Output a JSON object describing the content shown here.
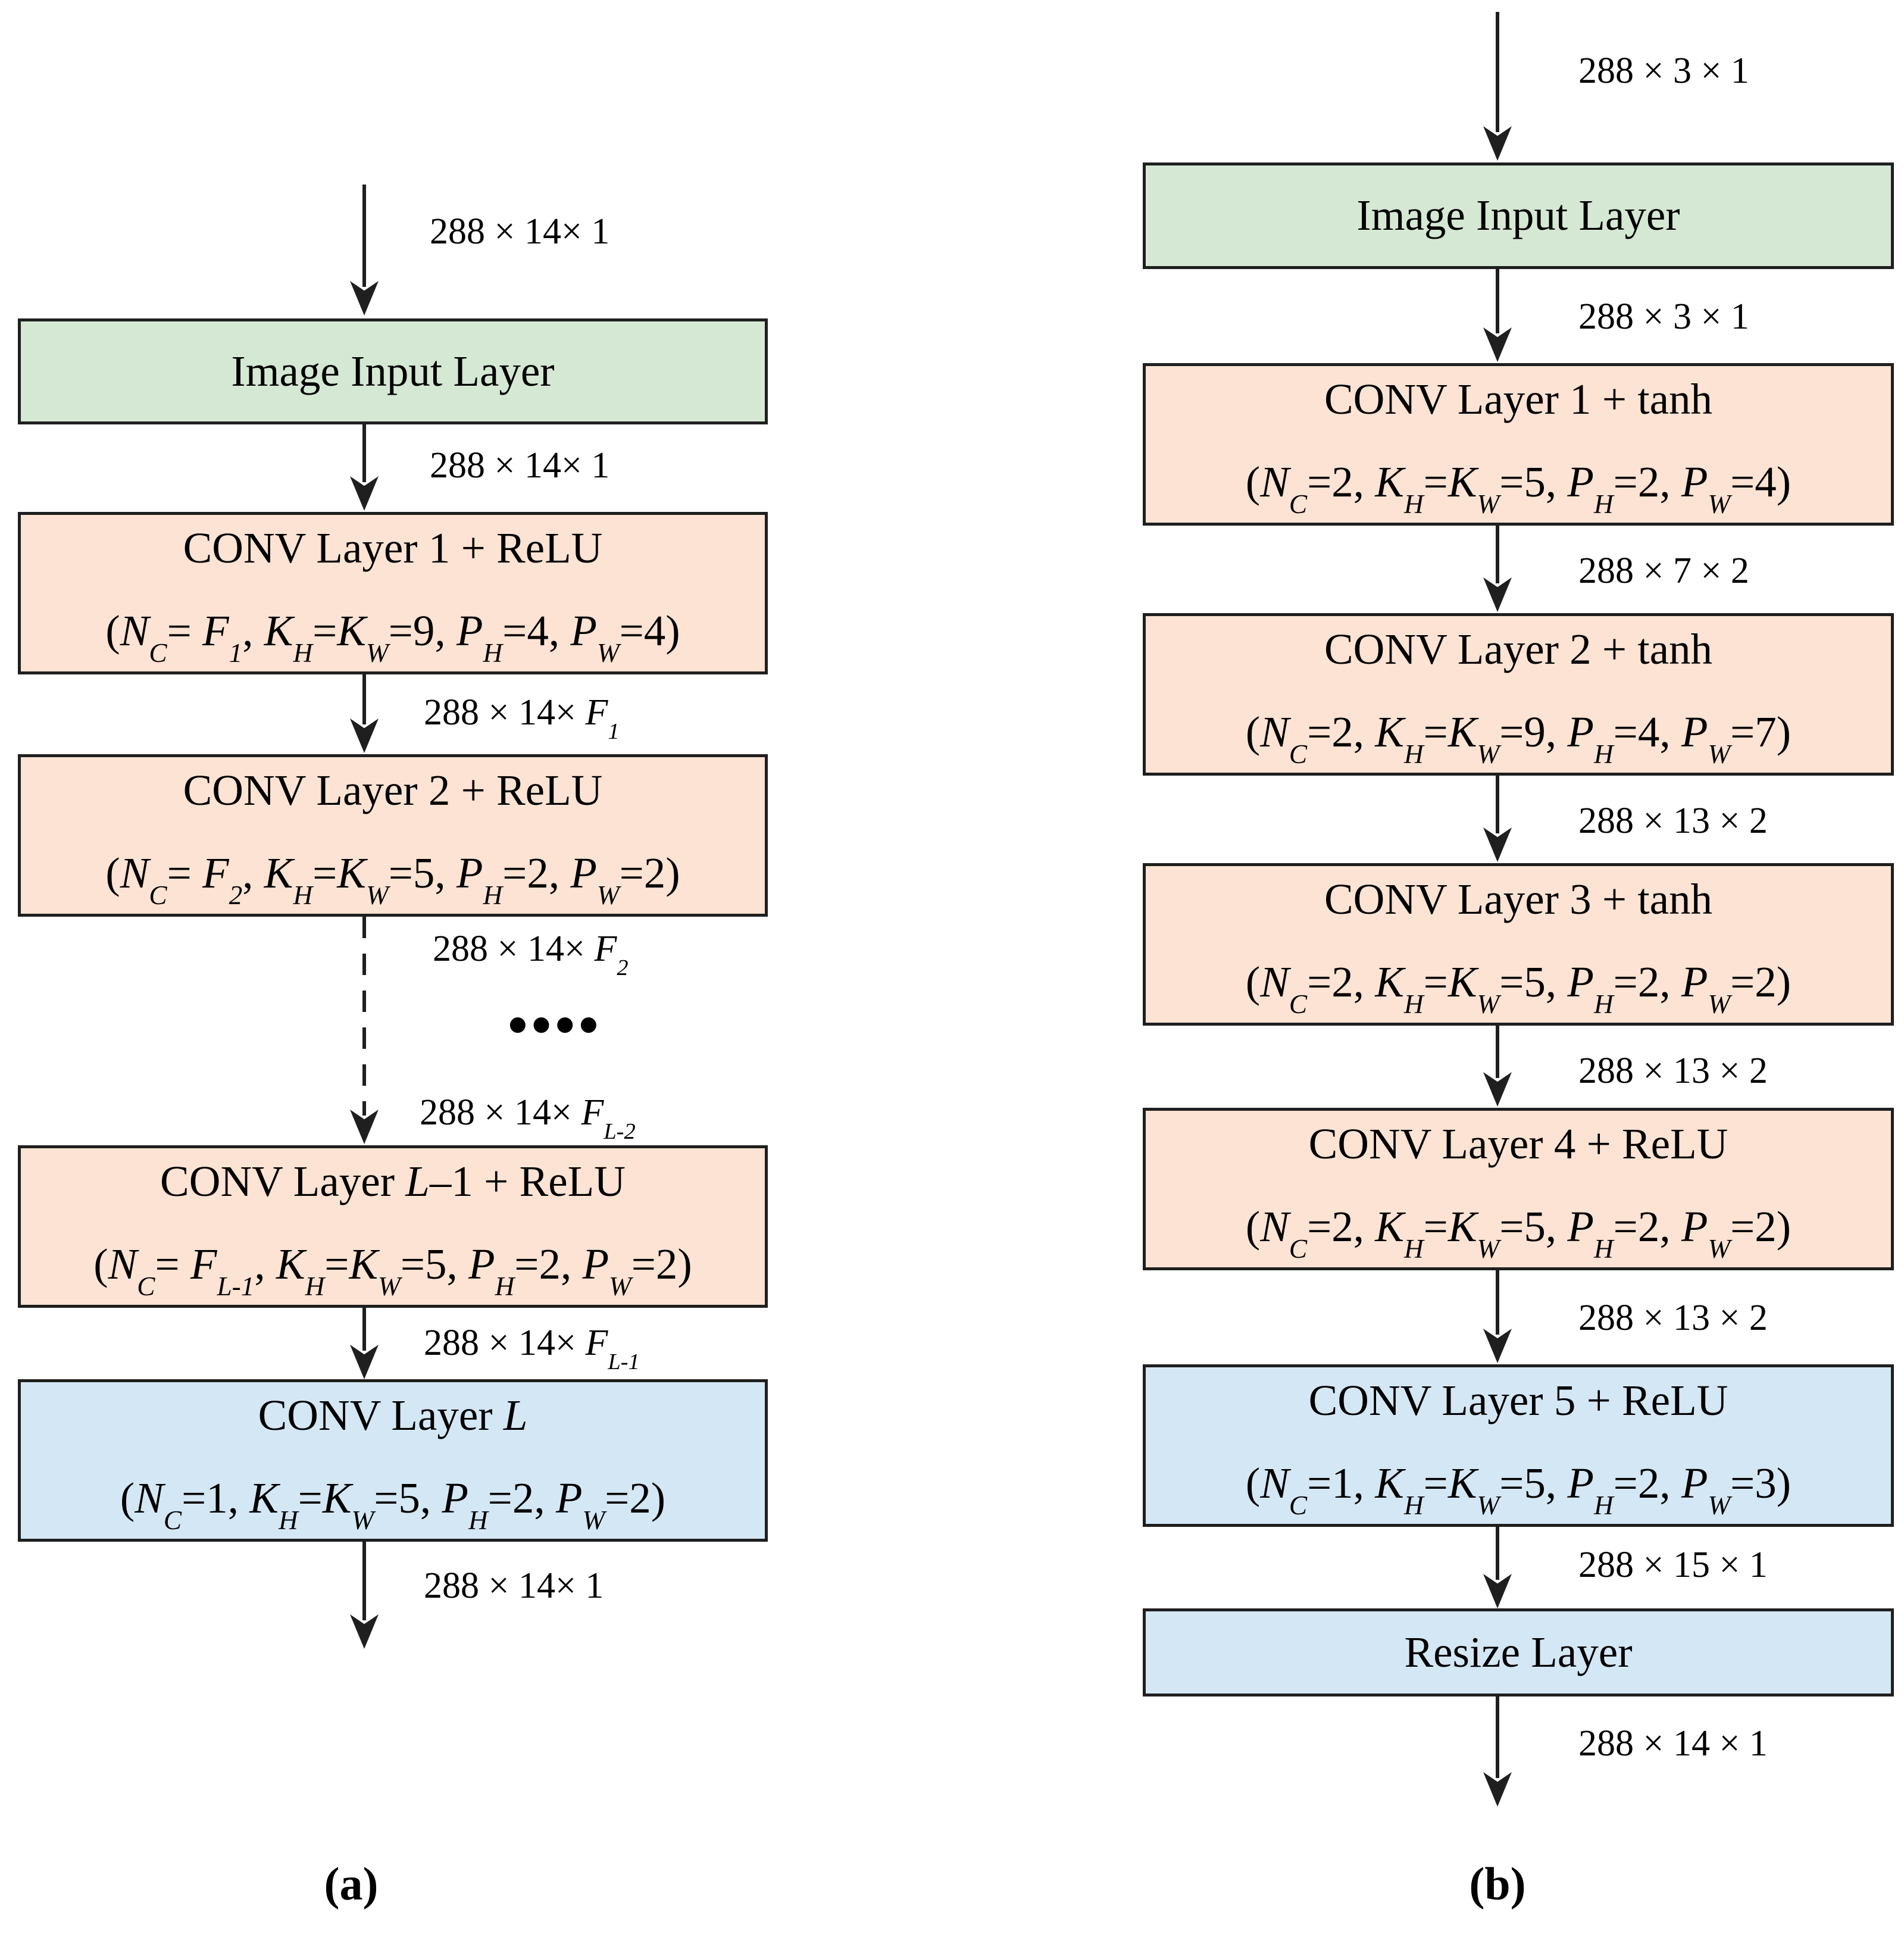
{
  "colors": {
    "input_fill": "#d5e8d4",
    "conv_fill": "#fce3d3",
    "output_fill": "#d4e7f5",
    "stroke": "#1f1f1f"
  },
  "a": {
    "caption": "(a)",
    "dots": "●●●●",
    "input_title": "Image Input Layer",
    "labels": {
      "top": "288 × 14× 1",
      "after_input": "288 × 14× 1",
      "after_conv1": "288 × 14× *F*_1_",
      "after_conv2": "288 × 14× *F*_2_",
      "before_convL1": "288 × 14× *F*_L-2_",
      "after_convL1": "288 × 14× *F*_L-1_",
      "output": "288 × 14× 1"
    },
    "conv1": {
      "title": "CONV Layer 1 + ReLU",
      "params": "(*N*_C_= *F*_1_, *K*_H_=*K*_W_=9, *P*_H_=4, *P*_W_=4)"
    },
    "conv2": {
      "title": "CONV Layer 2 + ReLU",
      "params": "(*N*_C_= *F*_2_, *K*_H_=*K*_W_=5, *P*_H_=2, *P*_W_=2)"
    },
    "convL1": {
      "title": "CONV Layer *L*–1 + ReLU",
      "params": "(*N*_C_= *F*_L-1_, *K*_H_=*K*_W_=5, *P*_H_=2, *P*_W_=2)"
    },
    "convL": {
      "title": "CONV Layer *L*",
      "params": "(*N*_C_=1, *K*_H_=*K*_W_=5, *P*_H_=2, *P*_W_=2)"
    }
  },
  "b": {
    "caption": "(b)",
    "input_title": "Image Input Layer",
    "resize_title": "Resize Layer",
    "labels": {
      "top": "288 × 3 × 1",
      "after_input": "288 × 3 × 1",
      "after_conv1": "288 × 7 × 2",
      "after_conv2": "288 × 13 × 2",
      "after_conv3": "288 × 13 × 2",
      "after_conv4": "288 × 13 × 2",
      "after_conv5": "288 × 15 × 1",
      "output": "288 × 14 × 1"
    },
    "conv1": {
      "title": "CONV Layer 1 + tanh",
      "params": "(*N*_C_=2, *K*_H_=*K*_W_=5, *P*_H_=2, *P*_W_=4)"
    },
    "conv2": {
      "title": "CONV Layer 2 + tanh",
      "params": "(*N*_C_=2, *K*_H_=*K*_W_=9, *P*_H_=4, *P*_W_=7)"
    },
    "conv3": {
      "title": "CONV Layer 3 + tanh",
      "params": "(*N*_C_=2, *K*_H_=*K*_W_=5, *P*_H_=2, *P*_W_=2)"
    },
    "conv4": {
      "title": "CONV Layer 4 + ReLU",
      "params": "(*N*_C_=2, *K*_H_=*K*_W_=5, *P*_H_=2, *P*_W_=2)"
    },
    "conv5": {
      "title": "CONV Layer 5 + ReLU",
      "params": "(*N*_C_=1, *K*_H_=*K*_W_=5, *P*_H_=2, *P*_W_=3)"
    }
  }
}
